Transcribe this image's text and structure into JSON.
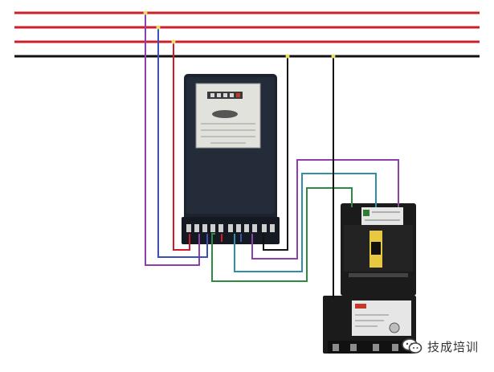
{
  "diagram": {
    "type": "wiring-diagram",
    "components": [
      "three-phase-energy-meter",
      "circuit-breaker",
      "residual-current-module"
    ],
    "wire_colors": {
      "live": "#cc1f2a",
      "neutral": "#111111",
      "purple": "#8d3fb0",
      "blue": "#3a4fb8",
      "red": "#d01c2a",
      "teal": "#2f8fa7",
      "green": "#2e8a3e",
      "node": "#e8e060"
    }
  },
  "watermark": {
    "text": "技成培训",
    "icon": "wechat-icon"
  }
}
